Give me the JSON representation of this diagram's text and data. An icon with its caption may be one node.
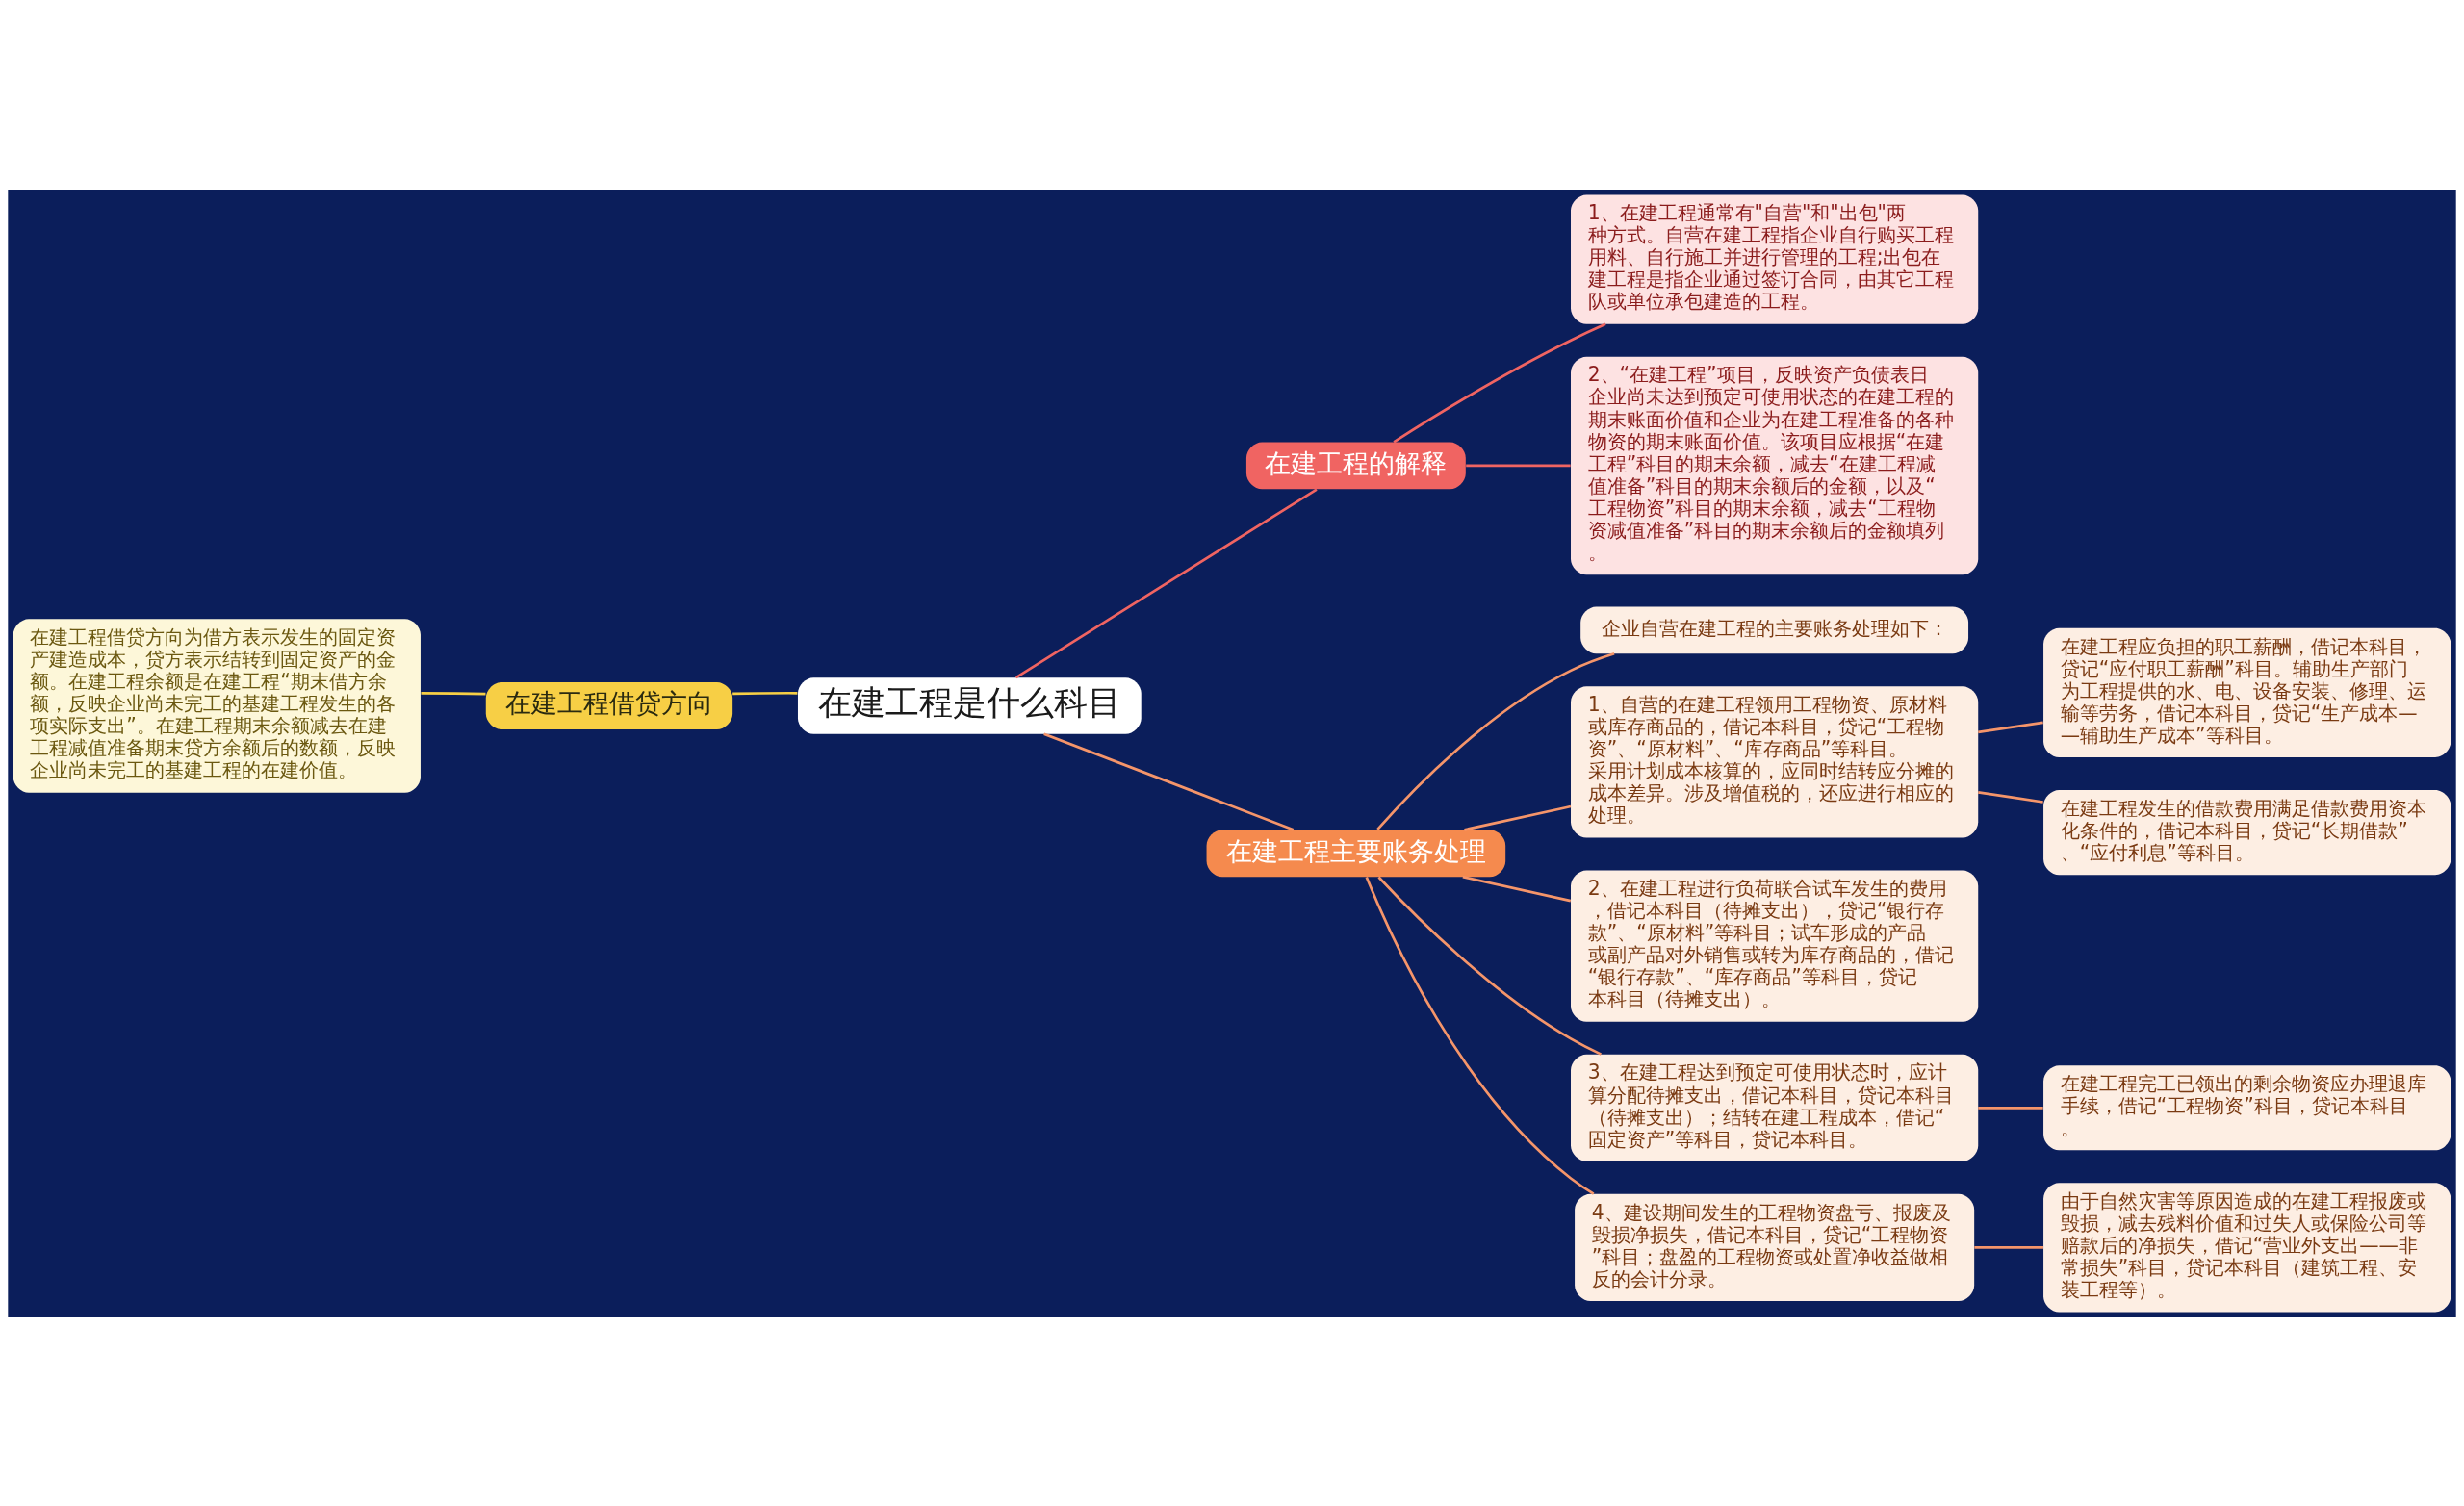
{
  "diagram": {
    "nodes": [
      {
        "text": [
          "在建工程是什么科目"
        ]
      },
      {
        "text": [
          "在建工程的解释"
        ]
      },
      {
        "text": [
          "1、在建工程通常有\"自营\"和\"出包\"两种方式。自营在建工程指企业自行购买工程用料、自行施工并进行管理的工程;出包在建工程是指企业通过签订合同，由其它工程队或单位承包建造的工程。"
        ]
      },
      {
        "text": [
          "2、“在建工程”项目，反映资产负债表日企业尚未达到预定可使用状态的在建工程的期末账面价值和企业为在建工程准备的各种物资的期末账面价值。该项目应根据“在建工程”科目的期末余额，减去“在建工程减值准备”科目的期末余额后的金额，以及“工程物资”科目的期末余额，减去“工程物资减值准备”科目的期末余额后的金额填列。"
        ]
      },
      {
        "text": [
          "在建工程主要账务处理"
        ]
      },
      {
        "text": [
          "企业自营在建工程的主要账务处理如下："
        ]
      },
      {
        "text": [
          "1、自营的在建工程领用工程物资、原材料或库存商品的，借记本科目，贷记“工程物资”、“原材料”、“库存商品”等科目。采用计划成本核算的，应同时结转应分摊的成本差异。涉及增值税的，还应进行相应的处理。"
        ]
      },
      {
        "text": [
          "在建工程应负担的职工薪酬，借记本科目，贷记“应付职工薪酬”科目。辅助生产部门为工程提供的水、电、设备安装、修理、运输等劳务，借记本科目，贷记“生产成本——辅助生产成本”等科目。"
        ]
      },
      {
        "text": [
          "在建工程发生的借款费用满足借款费用资本化条件的，借记本科目，贷记“长期借款”、“应付利息”等科目。"
        ]
      },
      {
        "text": [
          "2、在建工程进行负荷联合试车发生的费用，借记本科目（待摊支出），贷记“银行存款”、“原材料”等科目；试车形成的产品或副产品对外销售或转为库存商品的，借记“银行存款”、“库存商品”等科目，贷记本科目（待摊支出）。"
        ]
      },
      {
        "text": [
          "3、在建工程达到预定可使用状态时，应计算分配待摊支出，借记本科目，贷记本科目（待摊支出）；结转在建工程成本，借记“固定资产”等科目，贷记本科目。"
        ]
      },
      {
        "text": [
          "在建工程完工已领出的剩余物资应办理退库手续，借记“工程物资”科目，贷记本科目。"
        ]
      },
      {
        "text": [
          "4、建设期间发生的工程物资盘亏、报废及毁损净损失，借记本科目，贷记“工程物资”科目；盘盈的工程物资或处置净收益做相反的会计分录。"
        ]
      },
      {
        "text": [
          "由于自然灾害等原因造成的在建工程报废或毁损，减去残料价值和过失人或保险公司等赔款后的净损失，借记“营业外支出——非常损失”科目，贷记本科目（建筑工程、安装工程等）。"
        ]
      },
      {
        "text": [
          "在建工程借贷方向"
        ]
      },
      {
        "text": [
          "在建工程借贷方向为借方表示发生的固定资产建造成本，贷方表示结转到固定资产的金额。在建工程余额是在建工程“期末借方余额，反映企业尚未完工的基建工程发生的各项实际支出”。在建工程期末余额减去在建工程减值准备期末贷方余额后的数额，反映企业尚未完工的基建工程的在建价值。"
        ]
      }
    ],
    "edges": [
      {
        "from": 0,
        "to": 1,
        "arrow": "none",
        "color": "#f06462"
      },
      {
        "from": 1,
        "to": 2,
        "arrow": "none",
        "color": "#f06462"
      },
      {
        "from": 1,
        "to": 3,
        "arrow": "none",
        "color": "#f06462"
      },
      {
        "from": 0,
        "to": 4,
        "arrow": "none"
      },
      {
        "from": 4,
        "to": 5,
        "arrow": "none"
      },
      {
        "from": 4,
        "to": 6,
        "arrow": "none"
      },
      {
        "from": 6,
        "to": 7,
        "arrow": "none"
      },
      {
        "from": 6,
        "to": 8,
        "arrow": "none"
      },
      {
        "from": 4,
        "to": 9,
        "arrow": "none"
      },
      {
        "from": 4,
        "to": 10,
        "arrow": "none"
      },
      {
        "from": 10,
        "to": 11,
        "arrow": "none"
      },
      {
        "from": 4,
        "to": 12,
        "arrow": "none"
      },
      {
        "from": 12,
        "to": 13,
        "arrow": "none"
      },
      {
        "from": 0,
        "to": 14,
        "arrow": "none",
        "color": "#f7cf45"
      },
      {
        "from": 14,
        "to": 15,
        "arrow": "none",
        "color": "#f7cf45"
      }
    ]
  }
}
